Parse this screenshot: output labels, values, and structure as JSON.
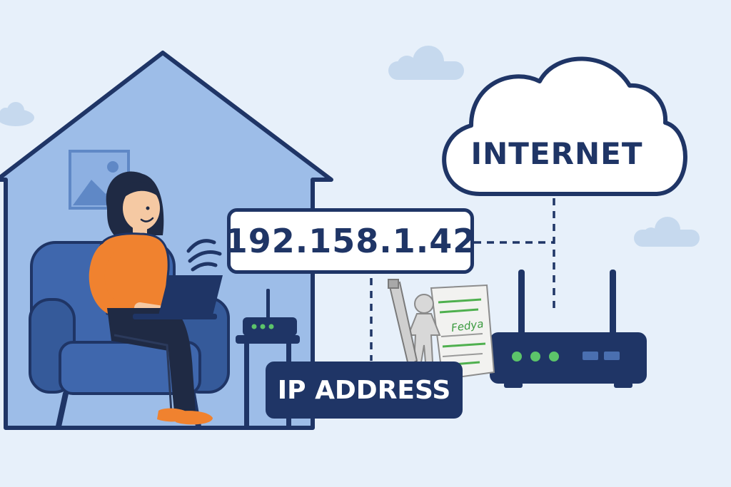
{
  "ip_address": {
    "value": "192.158.1.42",
    "label": "IP ADDRESS"
  },
  "cloud": {
    "label": "INTERNET"
  },
  "sticker": {
    "name": "Fedya"
  },
  "colors": {
    "background": "#e7f0fa",
    "house_fill": "#9dbde8",
    "navy": "#1f3566",
    "armchair": "#3f67ad",
    "shirt": "#f0822f",
    "led_green": "#5cc46a",
    "cloud_decor": "#c6d9ee"
  },
  "icons": [
    "house-icon",
    "person-icon",
    "laptop-icon",
    "wifi-icon",
    "router-icon",
    "cloud-icon",
    "picture-frame-icon",
    "pencil-icon",
    "document-icon"
  ]
}
